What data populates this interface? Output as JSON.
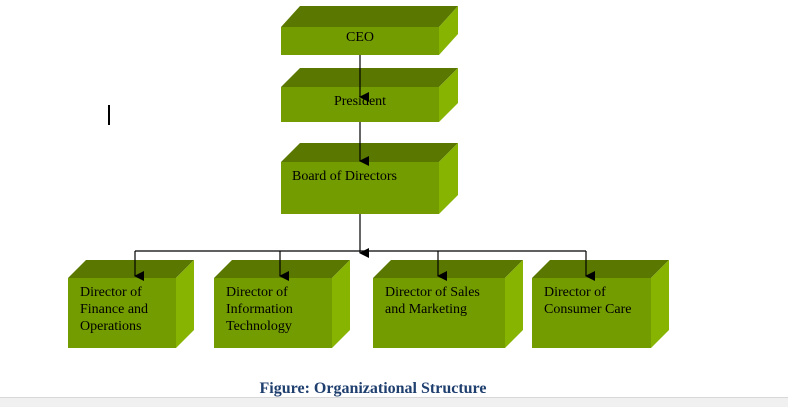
{
  "chart": {
    "nodes": {
      "ceo": "CEO",
      "president": "President",
      "board": "Board of Directors",
      "finance": [
        "Director of",
        "Finance and",
        "Operations"
      ],
      "it": [
        "Director of",
        "Information",
        "Technology"
      ],
      "sales": [
        "Director of Sales",
        "and Marketing"
      ],
      "consumer": [
        "Director of",
        "Consumer Care"
      ]
    },
    "colors": {
      "top": "#5a7800",
      "front": "#739c00",
      "side": "#86b400",
      "line": "#000000",
      "caption": "#1f3f6f"
    }
  },
  "caption": "Figure: Organizational Structure"
}
